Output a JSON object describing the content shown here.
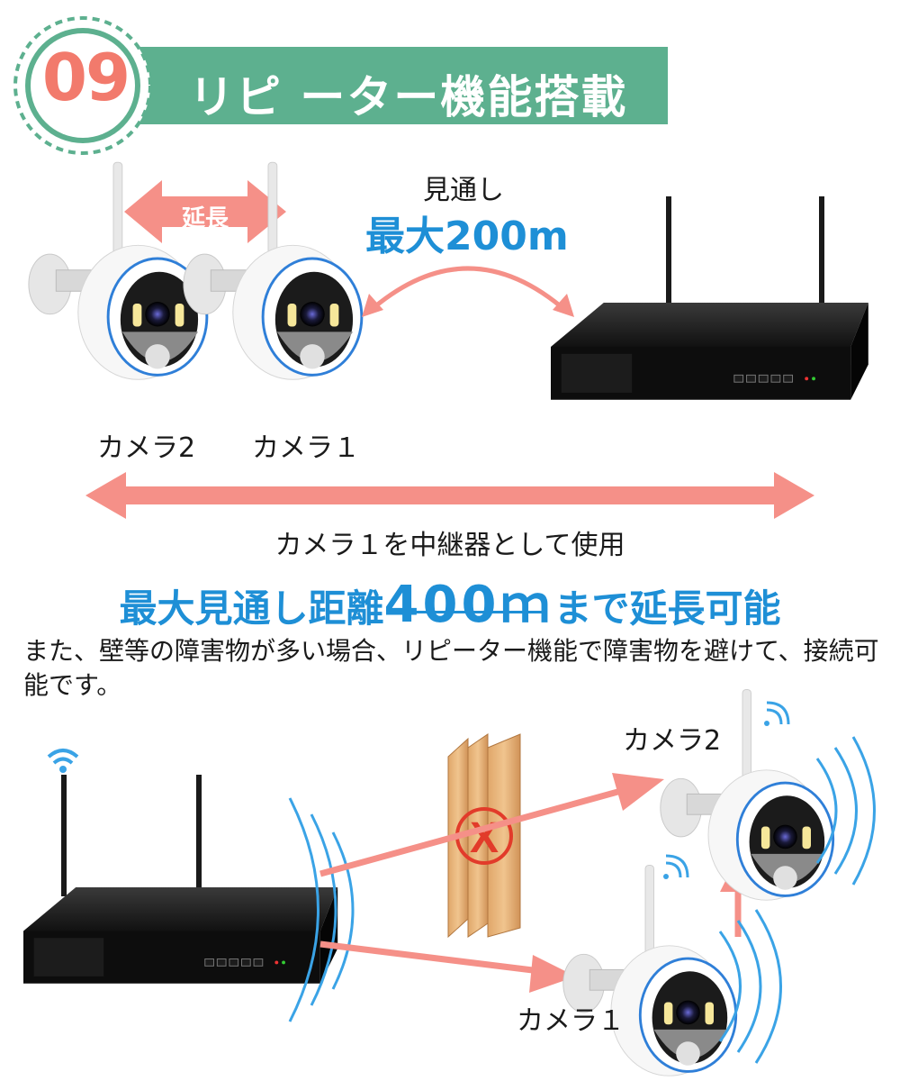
{
  "badge": {
    "number": "09"
  },
  "title": "リピ ーター機能搭載",
  "top_diagram": {
    "extend_label": "延長",
    "line_of_sight_label": "見通し",
    "line_of_sight_value": "最大200m",
    "camera_left_label": "カメラ2",
    "camera_right_label": "カメラ１"
  },
  "relay_text": "カメラ１を中継器として使用",
  "max_range": {
    "prefix": "最大見通し距離",
    "value": "400ｍ",
    "suffix": "まで延長可能"
  },
  "note": "また、壁等の障害物が多い場合、リピーター機能で障害物を避けて、接続可能です。",
  "bottom_diagram": {
    "camera_upper_label": "カメラ2",
    "camera_lower_label": "カメラ１"
  },
  "colors": {
    "banner": "#5db08f",
    "badge_number": "#f27a6c",
    "arrow": "#f59088",
    "accent_blue": "#1e8fd6",
    "wave": "#3aa3e6"
  }
}
